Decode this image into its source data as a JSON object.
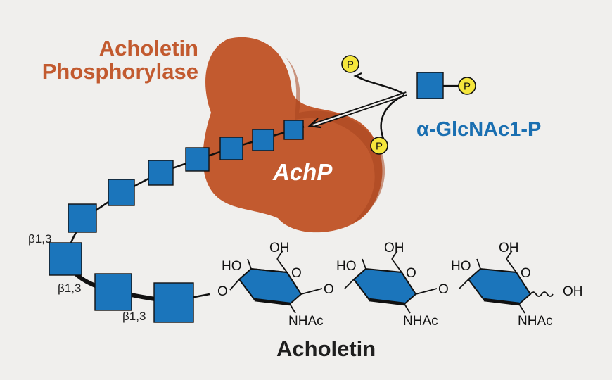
{
  "enzyme": {
    "name_line1": "Acholetin",
    "name_line2": "Phosphorylase",
    "abbreviation": "AchP",
    "color": "#c25a2f"
  },
  "substrate": {
    "label": "α-GlcNAc1-P",
    "color": "#1a6fb1"
  },
  "phosphate_symbol": "P",
  "glycan_symbol_color": "#1b75bb",
  "phosphate_color": "#f5e63c",
  "product": {
    "label": "Acholetin"
  },
  "linkages": [
    "β1,3",
    "β1,3",
    "β1,3"
  ],
  "chemistry": {
    "hydroxyl": "OH",
    "ring_oxygen": "O",
    "glycosidic_oxygen": "O",
    "acetamido": "NHAc",
    "ho_left": "HO",
    "anomeric_hydroxyl": "OH"
  }
}
